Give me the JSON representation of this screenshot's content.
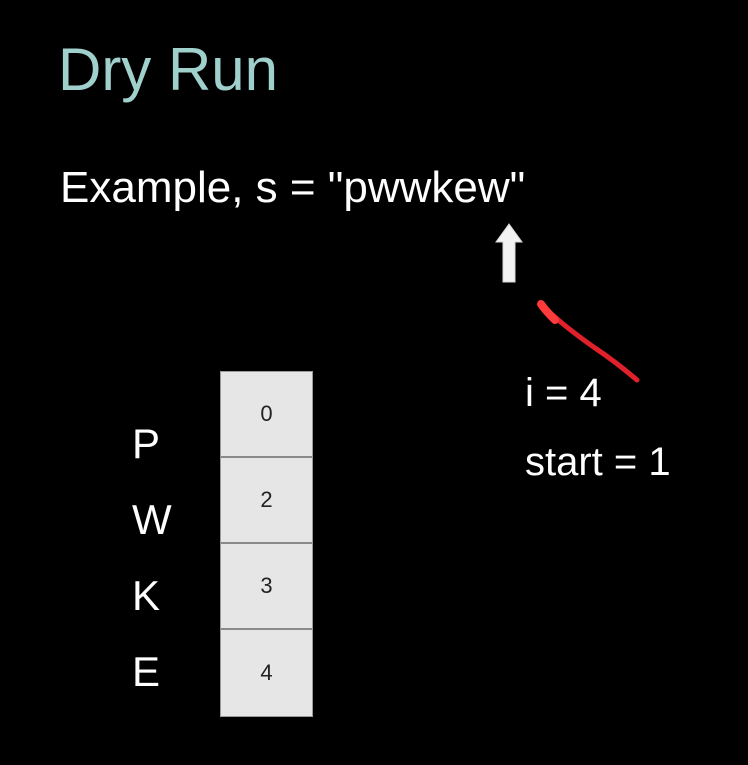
{
  "slide": {
    "title": "Dry Run",
    "example": "Example, s = \"pwwkew\""
  },
  "pointer": {
    "icon": "up-arrow-icon",
    "color": "#ffffff"
  },
  "annotation": {
    "stroke_color": "#e0202a"
  },
  "variables": {
    "i": "i = 4",
    "start": "start = 1"
  },
  "map": {
    "keys": [
      "P",
      "W",
      "K",
      "E"
    ],
    "values": [
      "0",
      "2",
      "3",
      "4"
    ]
  }
}
